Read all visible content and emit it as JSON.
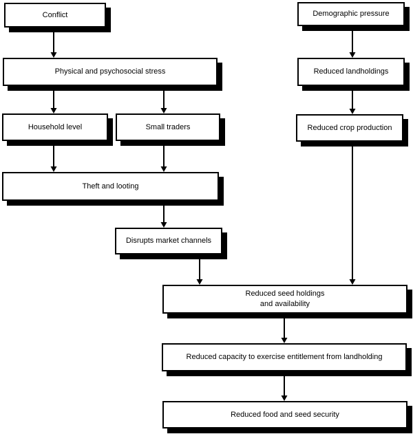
{
  "diagram": {
    "description": "Flowchart of conflict and demographic pressure impacts on seed security",
    "colors": {
      "background": "#ffffff",
      "box_fill": "#ffffff",
      "box_border": "#000000",
      "box_shadow": "#000000",
      "arrow": "#000000",
      "text": "#000000"
    },
    "nodes": [
      {
        "id": "conflict",
        "label": "Conflict"
      },
      {
        "id": "demographic-pressure",
        "label": "Demographic pressure"
      },
      {
        "id": "physical-psychosocial-stress",
        "label": "Physical and psychosocial stress"
      },
      {
        "id": "reduced-landholdings",
        "label": "Reduced landholdings"
      },
      {
        "id": "household-level",
        "label": "Household level"
      },
      {
        "id": "small-traders",
        "label": "Small traders"
      },
      {
        "id": "reduced-crop-production",
        "label": "Reduced crop production"
      },
      {
        "id": "theft-and-looting",
        "label": "Theft and looting"
      },
      {
        "id": "disrupts-market-channels",
        "label": "Disrupts market channels"
      },
      {
        "id": "reduced-seed-holdings-availability",
        "label": "Reduced seed holdings\nand availability"
      },
      {
        "id": "reduced-capacity-entitlement",
        "label": "Reduced capacity to exercise entitlement from landholding"
      },
      {
        "id": "reduced-food-seed-security",
        "label": "Reduced food and seed security"
      }
    ],
    "edges": [
      {
        "from": "conflict",
        "to": "physical-psychosocial-stress"
      },
      {
        "from": "demographic-pressure",
        "to": "reduced-landholdings"
      },
      {
        "from": "physical-psychosocial-stress",
        "to": "household-level"
      },
      {
        "from": "physical-psychosocial-stress",
        "to": "small-traders"
      },
      {
        "from": "reduced-landholdings",
        "to": "reduced-crop-production"
      },
      {
        "from": "household-level",
        "to": "theft-and-looting"
      },
      {
        "from": "small-traders",
        "to": "theft-and-looting"
      },
      {
        "from": "theft-and-looting",
        "to": "disrupts-market-channels"
      },
      {
        "from": "disrupts-market-channels",
        "to": "reduced-seed-holdings-availability"
      },
      {
        "from": "reduced-crop-production",
        "to": "reduced-seed-holdings-availability"
      },
      {
        "from": "reduced-seed-holdings-availability",
        "to": "reduced-capacity-entitlement"
      },
      {
        "from": "reduced-capacity-entitlement",
        "to": "reduced-food-seed-security"
      }
    ]
  }
}
